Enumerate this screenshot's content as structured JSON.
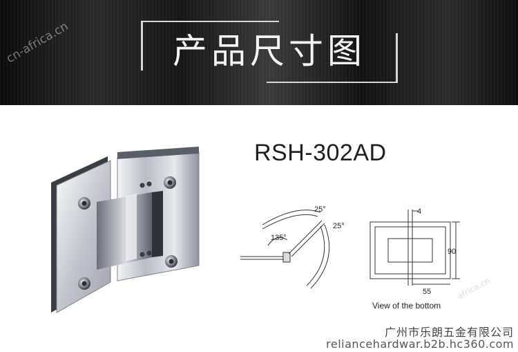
{
  "banner": {
    "title": "产品尺寸图",
    "watermark": "cn-africa.cn"
  },
  "product": {
    "model": "RSH-302AD"
  },
  "diagram": {
    "angle_main": "135°",
    "angle_upper": "25°",
    "angle_lower": "25°",
    "dim_top": "4",
    "dim_height": "90",
    "dim_width": "55",
    "caption": "View of the bottom"
  },
  "footer": {
    "company": "广州市乐朗五金有限公司",
    "website": "reliancehardwar.b2b.hc360.com",
    "watermark": "africa.cn"
  }
}
